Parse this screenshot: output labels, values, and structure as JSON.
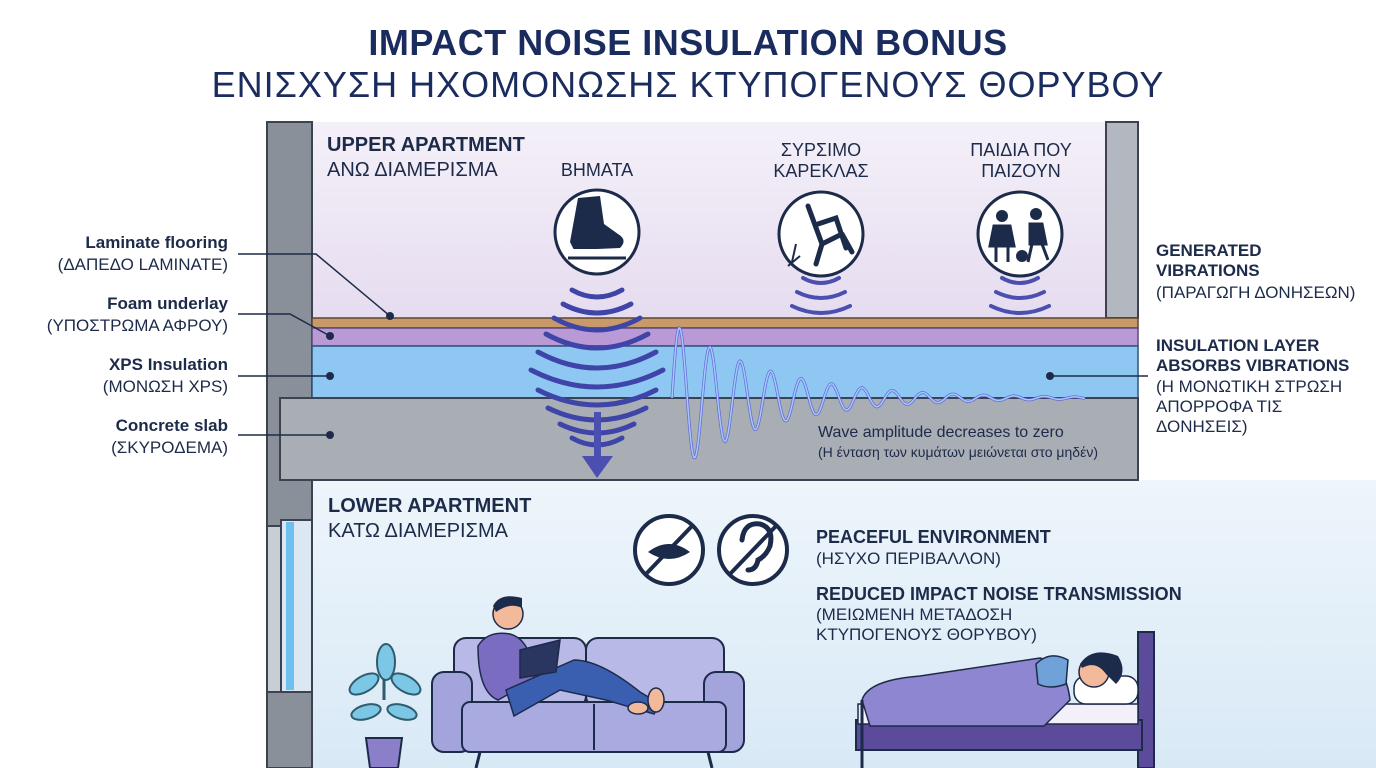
{
  "title": {
    "line1": "IMPACT NOISE INSULATION BONUS",
    "line2": "ΕΝΙΣΧΥΣΗ ΗΧΟΜΟΝΩΣΗΣ ΚΤΥΠΟΓΕΝΟΥΣ ΘΟΡΥΒΟΥ"
  },
  "upper_apartment": {
    "en": "UPPER APARTMENT",
    "gr": "ΑΝΩ ΔΙΑΜΕΡΙΣΜΑ"
  },
  "lower_apartment": {
    "en": "LOWER APARTMENT",
    "gr": "ΚΑΤΩ ΔΙΑΜΕΡΙΣΜΑ"
  },
  "activities": [
    {
      "label_line1": "ΒΗΜΑΤΑ",
      "label_line2": "",
      "icon": "footstep-shoe-icon"
    },
    {
      "label_line1": "ΣΥΡΣΙΜΟ",
      "label_line2": "ΚΑΡΕΚΛΑΣ",
      "icon": "chair-drag-icon"
    },
    {
      "label_line1": "ΠΑΙΔΙΑ ΠΟΥ",
      "label_line2": "ΠΑΙΖΟΥΝ",
      "icon": "children-playing-icon"
    }
  ],
  "layers": [
    {
      "en": "Laminate flooring",
      "gr": "(ΔΑΠΕΔΟ LAMINATE)",
      "color": "#c89a6a"
    },
    {
      "en": "Foam underlay",
      "gr": "(ΥΠΟΣΤΡΩΜΑ ΑΦΡΟΥ)",
      "color": "#b99ad6"
    },
    {
      "en": "XPS Insulation",
      "gr": "(ΜΟΝΩΣΗ XPS)",
      "color": "#8ec8f2"
    },
    {
      "en": "Concrete slab",
      "gr": "(ΣΚΥΡΟΔΕΜΑ)",
      "color": "#a9adb4"
    }
  ],
  "right_notes": {
    "generated": {
      "line1": "GENERATED",
      "line2": "VIBRATIONS",
      "gr": "(ΠΑΡΑΓΩΓΗ ΔΟΝΗΣΕΩΝ)"
    },
    "insulation": {
      "line1": "INSULATION LAYER",
      "line2": "ABSORBS VIBRATIONS",
      "gr1": "(Η ΜΟΝΩΤΙΚΗ ΣΤΡΩΣΗ",
      "gr2": "ΑΠΟΡΡΟΦΑ ΤΙΣ ΔΟΝΗΣΕΙΣ)"
    }
  },
  "wave_note": {
    "en": "Wave amplitude decreases to zero",
    "gr": "(Η ένταση των κυμάτων μειώνεται στο μηδέν)"
  },
  "benefits": {
    "peaceful_en": "PEACEFUL ENVIRONMENT",
    "peaceful_gr": "(ΗΣΥΧΟ ΠΕΡΙΒΑΛΛΟΝ)",
    "reduced_en": "REDUCED IMPACT NOISE TRANSMISSION",
    "reduced_gr1": "(ΜΕΙΩΜΕΝΗ ΜΕΤΑΔΟΣΗ",
    "reduced_gr2": "ΚΤΥΠΟΓΕΝΟΥΣ ΘΟΡΥΒΟΥ)",
    "icons": [
      "no-mouth-icon",
      "no-ear-icon"
    ]
  },
  "colors": {
    "navy": "#1a2b5e",
    "wave": "#5b5fd0",
    "upper_bg": "#ece6f3",
    "lower_bg": "#e2eef8"
  }
}
